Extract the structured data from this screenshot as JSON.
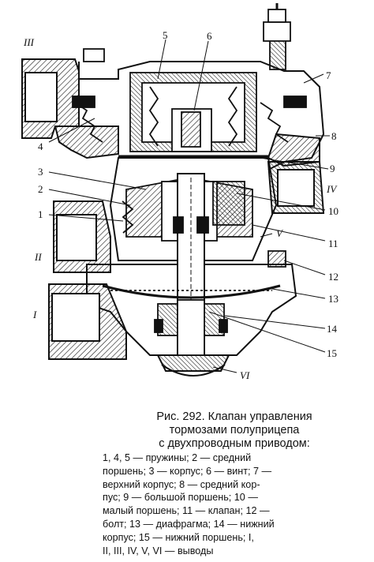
{
  "figure": {
    "part_labels": [
      "1",
      "2",
      "3",
      "4",
      "5",
      "6",
      "7",
      "8",
      "9",
      "10",
      "11",
      "12",
      "13",
      "14",
      "15"
    ],
    "port_labels": [
      "I",
      "II",
      "III",
      "IV",
      "V",
      "VI"
    ]
  },
  "caption": {
    "title_line1": "Рис. 292. Клапан управления",
    "title_line2": "тормозами полуприцепа",
    "title_line3": "с двухпроводным приводом:",
    "legend_lines": [
      "1, 4, 5 — пружины; 2 — средний",
      "поршень; 3 — корпус; 6 — винт; 7 —",
      "верхний корпус; 8 — средний кор-",
      "пус; 9 — большой поршень; 10 —",
      "малый поршень; 11 — клапан; 12 —",
      "болт; 13 — диафрагма; 14 — нижний",
      "корпус; 15 — нижний поршень; I,",
      "II, III, IV, V, VI — выводы"
    ]
  }
}
